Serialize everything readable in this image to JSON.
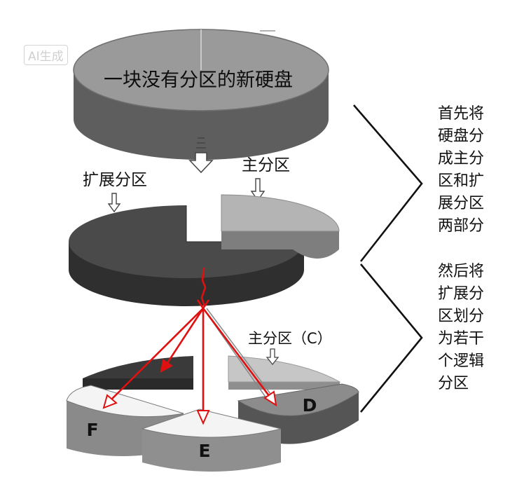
{
  "watermark": "AI生成",
  "disk": {
    "new_disk_label": "一块没有分区的新硬盘"
  },
  "labels": {
    "extended_partition": "扩展分区",
    "primary_partition_top": "主分区",
    "primary_partition_c": "主分区（C）",
    "drive_d": "D",
    "drive_e": "E",
    "drive_f": "F"
  },
  "notes": {
    "step1": [
      "首先将",
      "硬盘分",
      "成主分",
      "区和扩",
      "展分区",
      "两部分"
    ],
    "step2": [
      "然后将",
      "扩展分",
      "区划分",
      "为若干",
      "个逻辑",
      "分区"
    ]
  },
  "colors": {
    "arrow_red": "#e01010",
    "disk_top": "#9a9a9a",
    "disk_side": "#5e5e5e",
    "extended_top": "#4a4a4a",
    "extended_side": "#2f2f2f",
    "light_slice": "#f4f4f4"
  }
}
